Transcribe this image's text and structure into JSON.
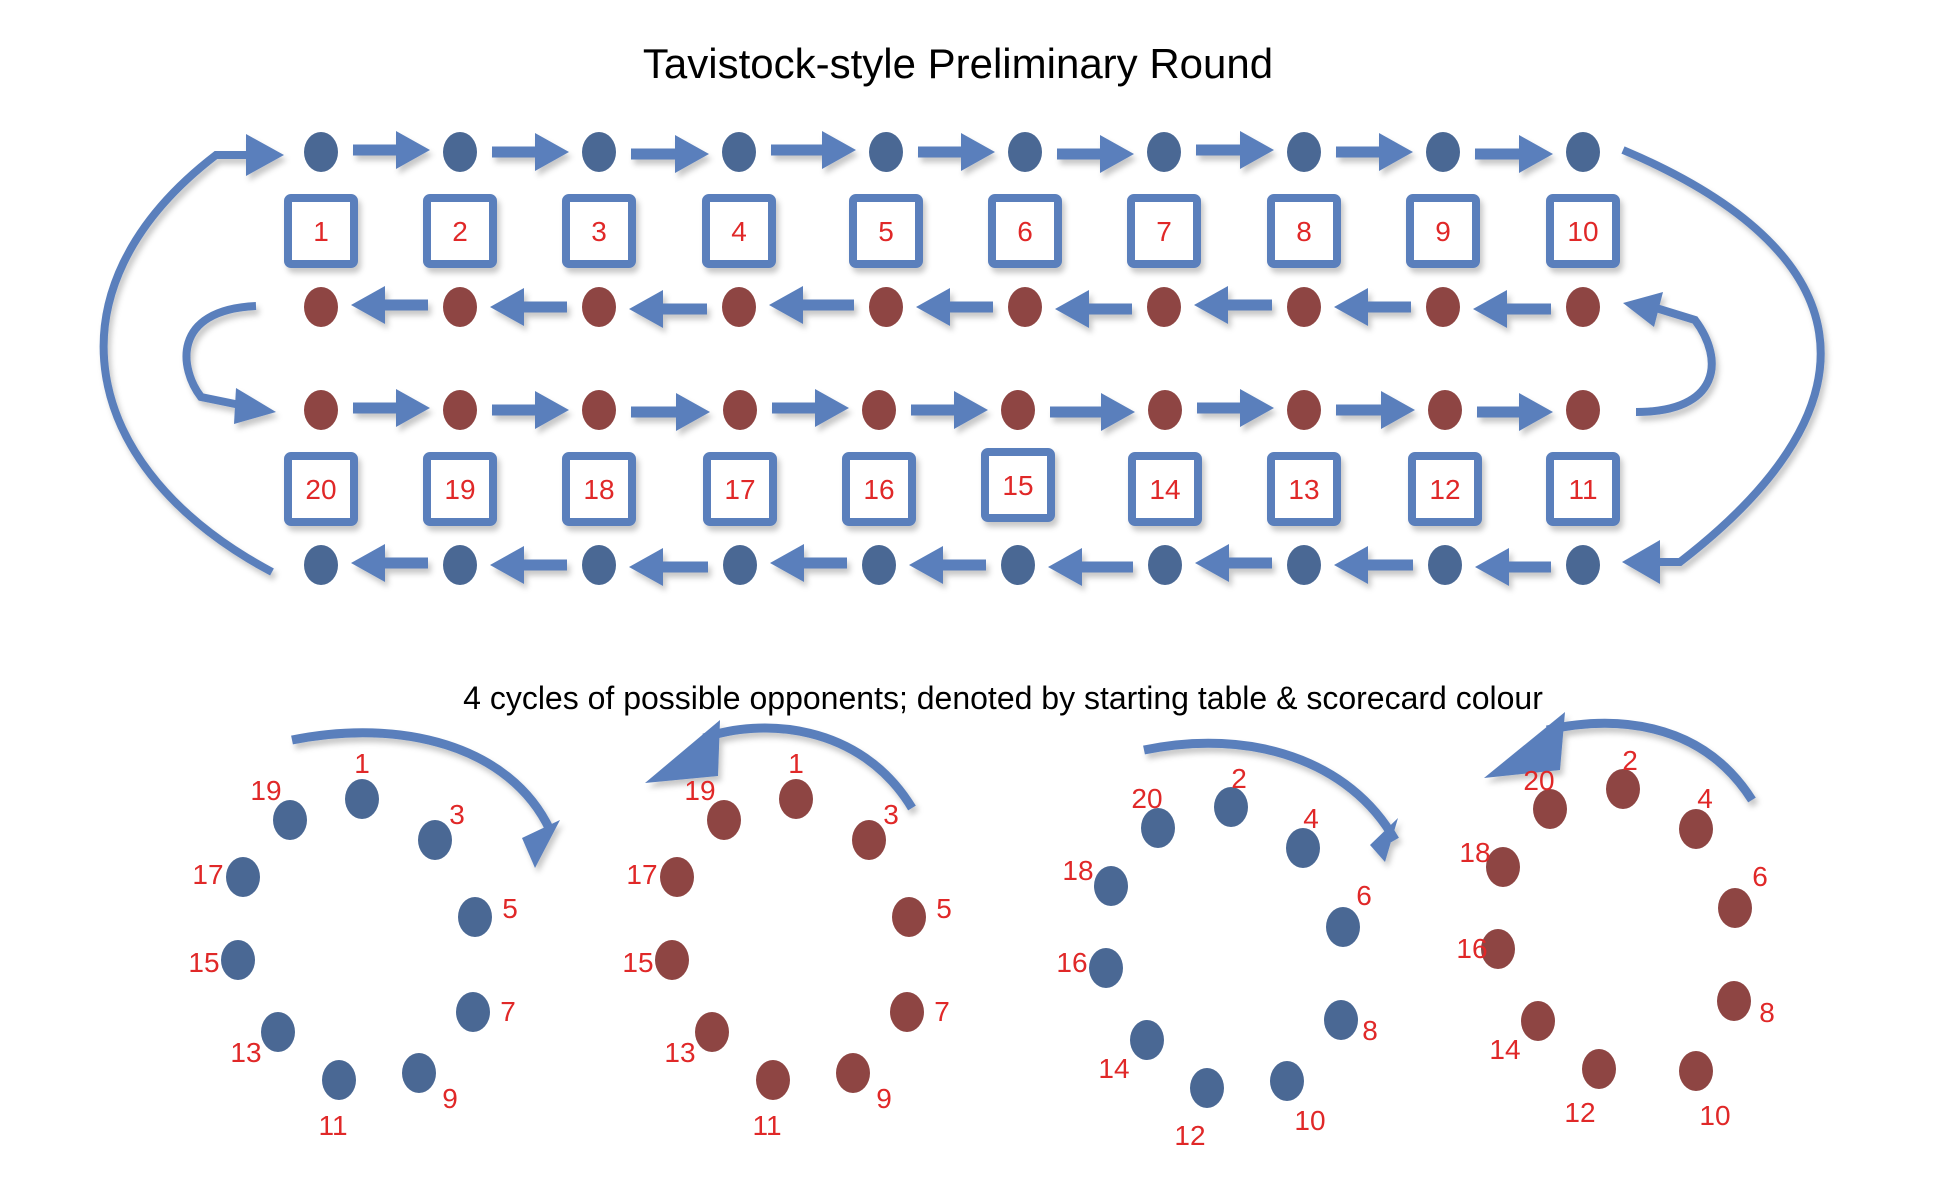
{
  "title": "Tavistock-style Preliminary Round",
  "subtitle": "4 cycles of possible opponents; denoted by starting table & scorecard colour",
  "colors": {
    "blue_player": "#4a6894",
    "red_player": "#8e4543",
    "arrow": "#5a7fbc",
    "table_border": "#5a7fbc",
    "label": "#e02828"
  },
  "schedule": {
    "top_tables": [
      "1",
      "2",
      "3",
      "4",
      "5",
      "6",
      "7",
      "8",
      "9",
      "10"
    ],
    "bottom_tables": [
      "20",
      "19",
      "18",
      "17",
      "16",
      "15",
      "14",
      "13",
      "12",
      "11"
    ],
    "rows": [
      {
        "name": "blue-row-top",
        "color": "blue",
        "direction": "right"
      },
      {
        "name": "red-row-top",
        "color": "red",
        "direction": "left"
      },
      {
        "name": "red-row-bottom",
        "color": "red",
        "direction": "right"
      },
      {
        "name": "blue-row-bottom",
        "color": "blue",
        "direction": "left"
      }
    ]
  },
  "cycles": [
    {
      "name": "cycle-odd-blue",
      "color": "blue",
      "direction": "clockwise",
      "labels": [
        "1",
        "3",
        "5",
        "7",
        "9",
        "11",
        "13",
        "15",
        "17",
        "19"
      ]
    },
    {
      "name": "cycle-odd-red",
      "color": "red",
      "direction": "counter-clockwise",
      "labels": [
        "1",
        "3",
        "5",
        "7",
        "9",
        "11",
        "13",
        "15",
        "17",
        "19"
      ]
    },
    {
      "name": "cycle-even-blue",
      "color": "blue",
      "direction": "clockwise",
      "labels": [
        "2",
        "4",
        "6",
        "8",
        "10",
        "12",
        "14",
        "16",
        "18",
        "20"
      ]
    },
    {
      "name": "cycle-even-red",
      "color": "red",
      "direction": "counter-clockwise",
      "labels": [
        "2",
        "4",
        "6",
        "8",
        "10",
        "12",
        "14",
        "16",
        "18",
        "20"
      ]
    }
  ]
}
